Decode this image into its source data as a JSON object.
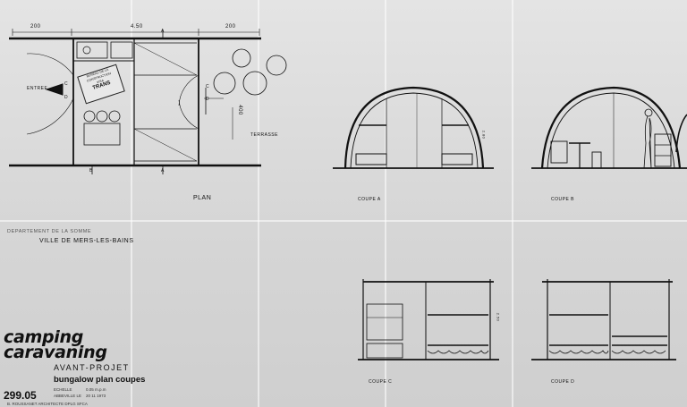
{
  "plan": {
    "title": "PLAN",
    "dim_top_left": "200",
    "dim_top_mid": "4.50",
    "dim_top_right": "200",
    "dim_side": "400",
    "entree": "ENTREE",
    "terrasse": "TERRASSE",
    "marker_a": "A",
    "marker_b": "B",
    "marker_c": "C",
    "marker_d": "D"
  },
  "sections": {
    "coupe_a": "COUPE A",
    "coupe_b": "COUPE B",
    "coupe_c": "COUPE C",
    "coupe_d": "COUPE D",
    "height_a": "2.80",
    "height_c": "2.50"
  },
  "stamp": {
    "line1": "BUREAU DE LA CONSTRUCTION",
    "line2": "VISA",
    "line3": "TRANS"
  },
  "title_block": {
    "department": "DEPARTEMENT DE LA SOMME",
    "town": "VILLE DE MERS-LES-BAINS",
    "camping": "camping",
    "caravaning": "caravaning",
    "phase": "AVANT-PROJET",
    "subject": "bungalow   plan coupes",
    "number": "299.05",
    "scale_label": "ECHELLE",
    "scale_value": "0.05 m.p.m",
    "date_label": "ABBEVILLE LE",
    "date_value": "20 11 1973",
    "architect": "B. ROUSSANET  ARCHITECTE DPLG  SFCA"
  }
}
